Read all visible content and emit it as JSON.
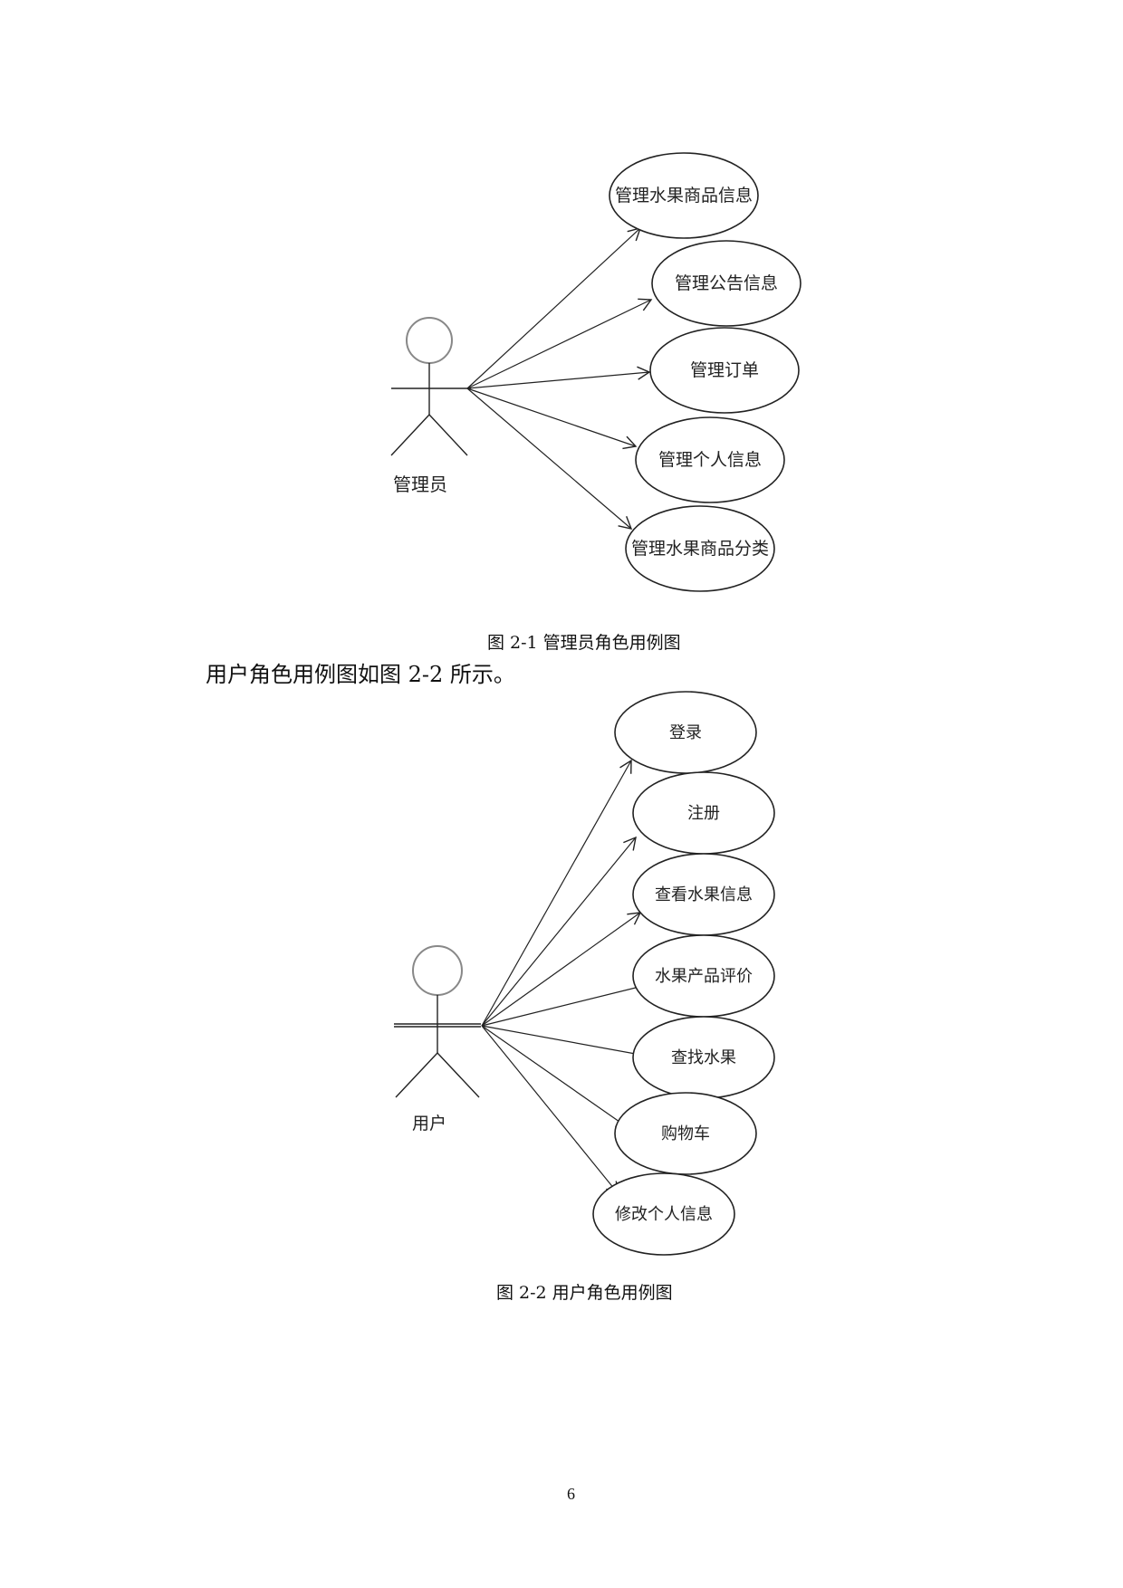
{
  "figure1": {
    "actor": "管理员",
    "use_cases": [
      "管理水果商品信息",
      "管理公告信息",
      "管理订单",
      "管理个人信息",
      "管理水果商品分类"
    ],
    "caption": "图 2-1 管理员角色用例图"
  },
  "paragraph": "用户角色用例图如图 2-2 所示。",
  "figure2": {
    "actor": "用户",
    "use_cases": [
      "登录",
      "注册",
      "查看水果信息",
      "水果产品评价",
      "查找水果",
      "购物车",
      "修改个人信息"
    ],
    "caption": "图 2-2 用户角色用例图"
  },
  "page_number": "6"
}
